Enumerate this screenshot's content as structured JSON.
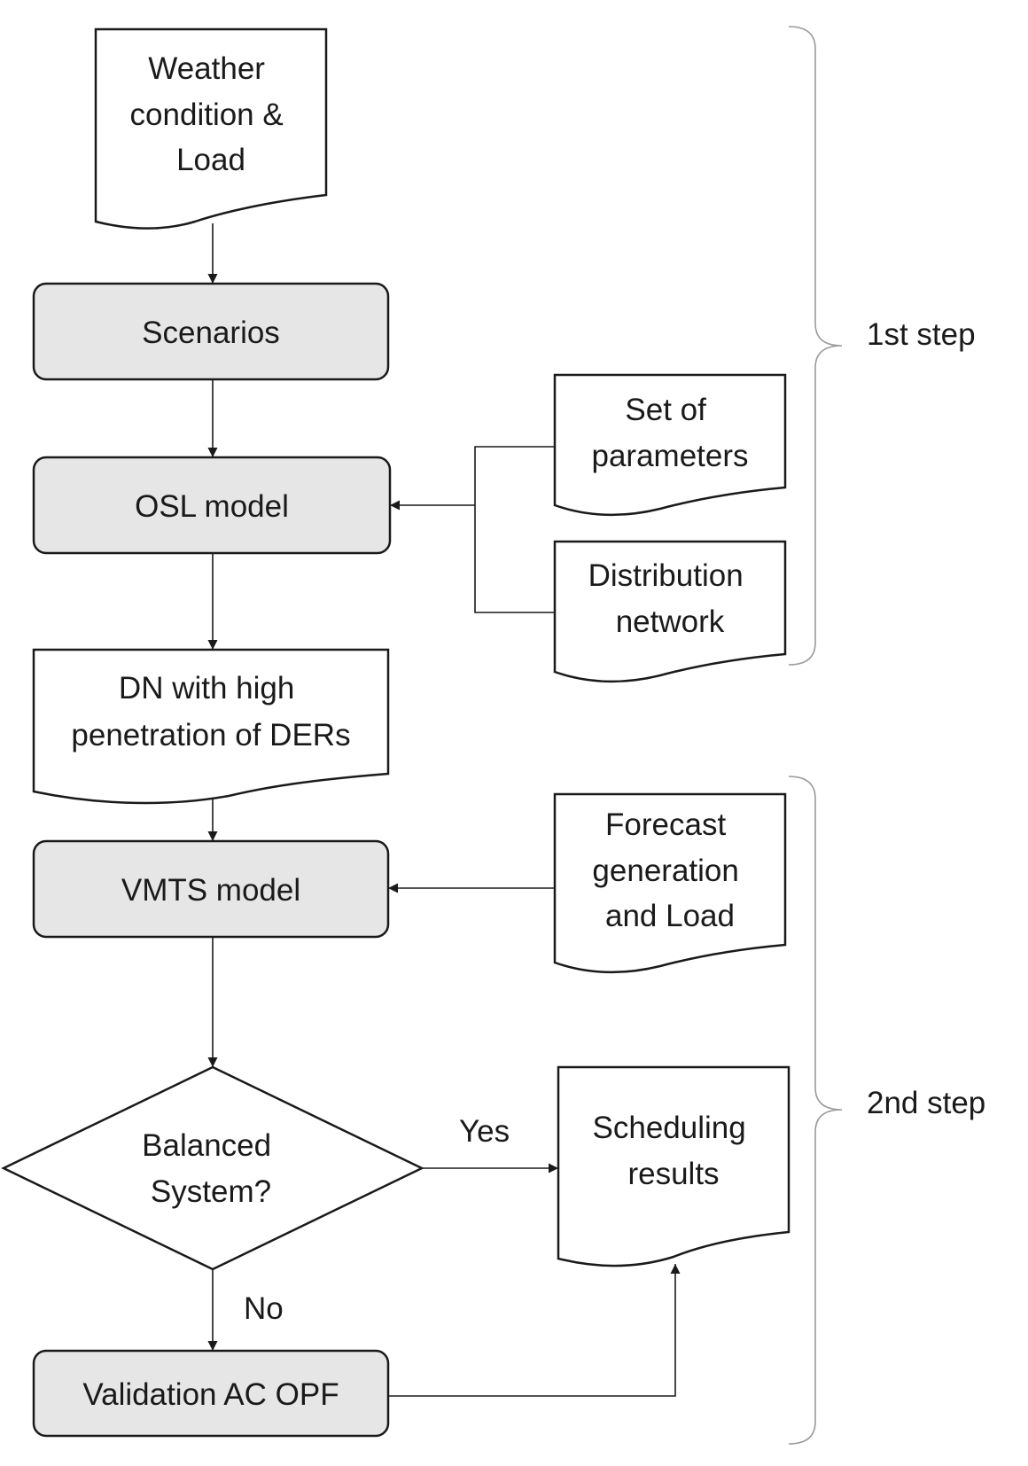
{
  "nodes": {
    "weather": [
      "Weather",
      "condition &",
      "Load"
    ],
    "scenarios": [
      "Scenarios"
    ],
    "osl": [
      "OSL model"
    ],
    "params": [
      "Set of",
      "parameters"
    ],
    "network": [
      "Distribution",
      "network"
    ],
    "dn": [
      "DN with high",
      "penetration of DERs"
    ],
    "vmts": [
      "VMTS model"
    ],
    "forecast": [
      "Forecast",
      "generation",
      "and Load"
    ],
    "decision": [
      "Balanced",
      "System?"
    ],
    "sched": [
      "Scheduling",
      "results"
    ],
    "validation": [
      "Validation AC OPF"
    ]
  },
  "edge_labels": {
    "yes": "Yes",
    "no": "No"
  },
  "steps": {
    "step1": "1st step",
    "step2": "2nd step"
  },
  "colors": {
    "process_fill": "#e6e6e6",
    "stroke": "#1a1a1a",
    "brace": "#9a9a9a"
  }
}
